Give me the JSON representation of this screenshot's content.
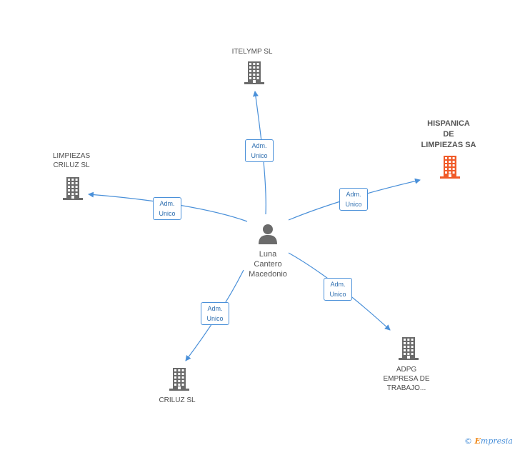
{
  "center": {
    "name": "Luna\nCantero\nMacedonio",
    "icon": "person-icon"
  },
  "nodes": [
    {
      "id": "itelymp",
      "name": "ITELYMP SL",
      "highlight": false,
      "icon": "building-icon",
      "relation": "Adm.\nUnico"
    },
    {
      "id": "hispanica",
      "name": "HISPANICA\nDE\nLIMPIEZAS SA",
      "highlight": true,
      "icon": "building-icon",
      "relation": "Adm.\nUnico"
    },
    {
      "id": "limpiezas-criluz",
      "name": "LIMPIEZAS\nCRILUZ SL",
      "highlight": false,
      "icon": "building-icon",
      "relation": "Adm.\nUnico"
    },
    {
      "id": "criluz",
      "name": "CRILUZ SL",
      "highlight": false,
      "icon": "building-icon",
      "relation": "Adm.\nUnico"
    },
    {
      "id": "adpg",
      "name": "ADPG\nEMPRESA DE\nTRABAJO...",
      "highlight": false,
      "icon": "building-icon",
      "relation": "Adm.\nUnico"
    }
  ],
  "colors": {
    "edge": "#4a90d9",
    "building": "#6b6b6b",
    "building_highlight": "#f05a28",
    "person": "#6b6b6b"
  },
  "footer": {
    "copyright": "©",
    "brand_first": "E",
    "brand_rest": "mpresia"
  }
}
